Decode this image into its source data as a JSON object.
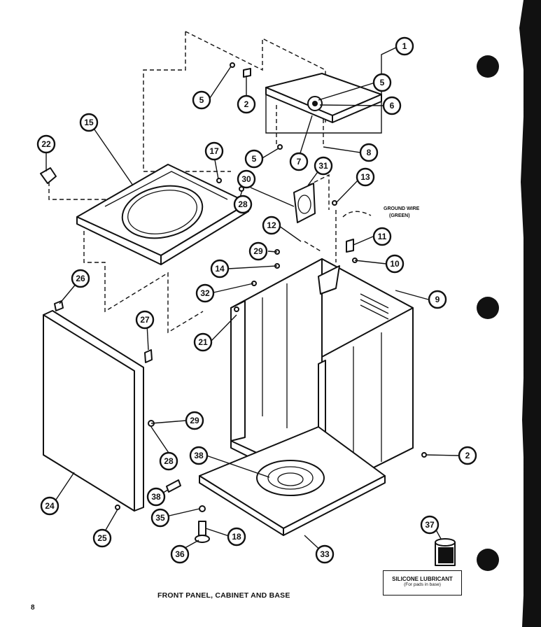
{
  "caption": "FRONT PANEL, CABINET AND BASE",
  "page_number": "8",
  "ground_wire": {
    "line1": "GROUND WIRE",
    "line2": "(GREEN)"
  },
  "lubricant": {
    "title": "SILICONE LUBRICANT",
    "note": "(For pads in base)"
  },
  "callouts": [
    "1",
    "5",
    "2",
    "5",
    "6",
    "5",
    "7",
    "8",
    "13",
    "31",
    "30",
    "28",
    "17",
    "15",
    "22",
    "12",
    "29",
    "14",
    "11",
    "10",
    "32",
    "9",
    "26",
    "27",
    "21",
    "29",
    "28",
    "2",
    "38",
    "35",
    "24",
    "25",
    "18",
    "36",
    "33",
    "37",
    "38"
  ]
}
